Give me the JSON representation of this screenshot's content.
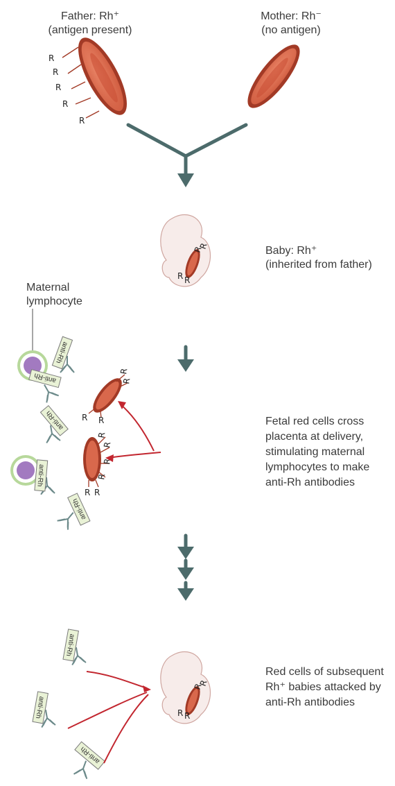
{
  "parents": {
    "father": {
      "title": "Father: Rh⁺",
      "note": "(antigen present)"
    },
    "mother": {
      "title": "Mother: Rh⁻",
      "note": "(no antigen)"
    }
  },
  "antigen_letter": "R",
  "antibody_label": "anti-Rh",
  "stages": [
    {
      "line1": "Baby: Rh⁺",
      "line2": "(inherited from father)"
    },
    {
      "line1": "Fetal red cells cross",
      "line2": "placenta at delivery,",
      "line3": "stimulating maternal",
      "line4": "lymphocytes to make",
      "line5": "anti-Rh antibodies"
    },
    {
      "line1": "Red cells of subsequent",
      "line2": "Rh⁺ babies attacked by",
      "line3": "anti-Rh antibodies"
    }
  ],
  "lymphocyte_label": {
    "line1": "Maternal",
    "line2": "lymphocyte"
  },
  "colors": {
    "rbc_fill": "#d9684c",
    "rbc_edge": "#a23a26",
    "uterus_wall": "#e5a586",
    "uterus_cavity": "#b9776b",
    "placenta": "#e7956c",
    "arrow_gray": "#4c6b6b",
    "arrow_red": "#c2262f",
    "lymph_outer": "#b7d89b",
    "lymph_inner": "#a27ac0",
    "tag_fill": "#e9f2d6"
  }
}
